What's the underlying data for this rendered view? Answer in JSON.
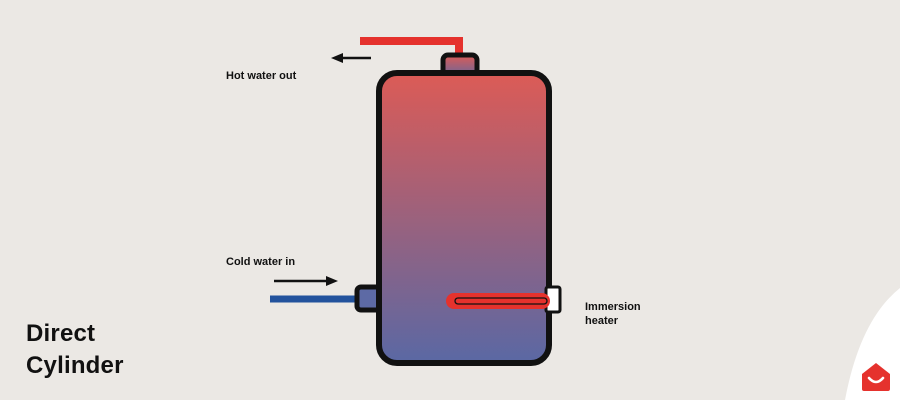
{
  "title": {
    "line1": "Direct",
    "line2": "Cylinder"
  },
  "labels": {
    "hot_water_out": "Hot water out",
    "cold_water_in": "Cold water in",
    "immersion_heater": "Immersion heater"
  },
  "colors": {
    "background": "#ebe8e4",
    "corner": "#ffffff",
    "hot_pipe": "#e5322d",
    "cold_pipe": "#22529c",
    "tank_top": "#dc5b56",
    "tank_bottom": "#5a68a4",
    "outline": "#111111",
    "logo": "#e5322d"
  },
  "icons": {
    "logo": "house-smile-icon",
    "hot_arrow": "arrow-left-icon",
    "cold_arrow": "arrow-right-icon"
  }
}
